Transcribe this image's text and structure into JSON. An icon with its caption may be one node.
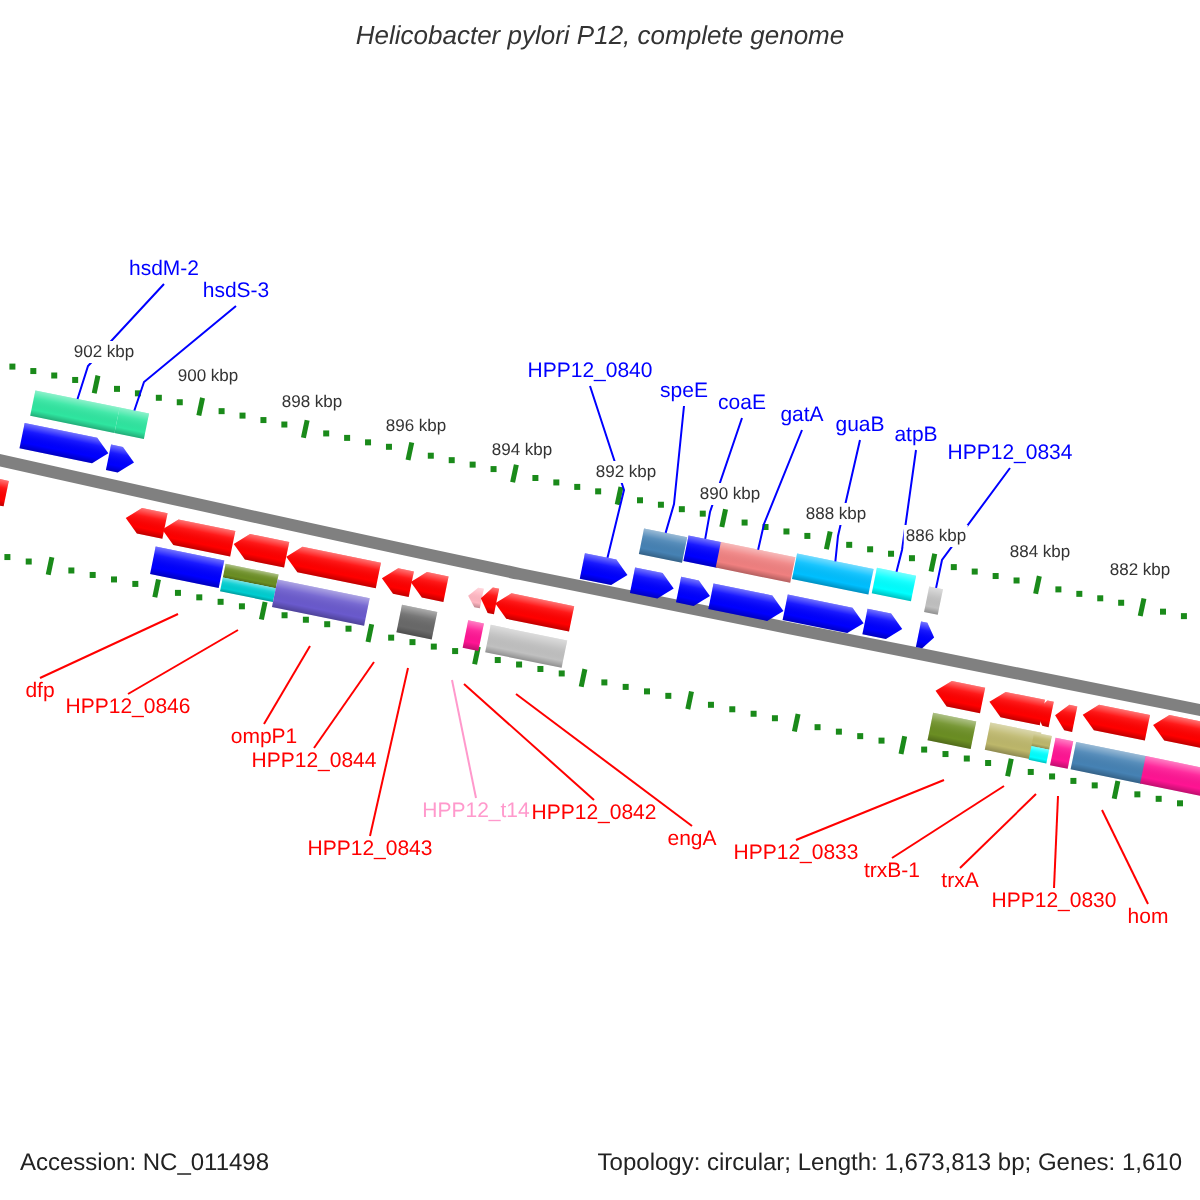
{
  "diagram": {
    "title": "Helicobacter pylori P12, complete genome",
    "nodes": [
      {
        "text": [
          "hsdM-2"
        ]
      },
      {
        "text": [
          "hsdS-3"
        ]
      },
      {
        "text": [
          "HPP12_0840"
        ]
      },
      {
        "text": [
          "speE"
        ]
      },
      {
        "text": [
          "coaE"
        ]
      },
      {
        "text": [
          "gatA"
        ]
      },
      {
        "text": [
          "guaB"
        ]
      },
      {
        "text": [
          "atpB"
        ]
      },
      {
        "text": [
          "HPP12_0834"
        ]
      },
      {
        "text": [
          "dfp"
        ]
      },
      {
        "text": [
          "HPP12_0846"
        ]
      },
      {
        "text": [
          "ompP1"
        ]
      },
      {
        "text": [
          "HPP12_0844"
        ]
      },
      {
        "text": [
          "HPP12_0843"
        ]
      },
      {
        "text": [
          "HPP12_t14"
        ]
      },
      {
        "text": [
          "HPP12_0842"
        ]
      },
      {
        "text": [
          "engA"
        ]
      },
      {
        "text": [
          "HPP12_0833"
        ]
      },
      {
        "text": [
          "trxB-1"
        ]
      },
      {
        "text": [
          "trxA"
        ]
      },
      {
        "text": [
          "HPP12_0830"
        ]
      },
      {
        "text": [
          "hom"
        ]
      },
      {
        "text": [],
        "shape": "arrow"
      },
      {
        "text": [],
        "shape": "arrow"
      },
      {
        "text": [],
        "shape": "box"
      },
      {
        "text": [],
        "shape": "arrow"
      },
      {
        "text": [],
        "shape": "box"
      },
      {
        "text": [],
        "shape": "arrow"
      },
      {
        "text": [],
        "shape": "box"
      },
      {
        "text": [],
        "shape": "arrow"
      },
      {
        "text": [],
        "shape": "box"
      },
      {
        "text": [],
        "shape": "box"
      },
      {
        "text": [],
        "shape": "arrow"
      },
      {
        "text": [],
        "shape": "box"
      },
      {
        "text": [],
        "shape": "arrow"
      },
      {
        "text": [],
        "shape": "arrow"
      },
      {
        "text": [],
        "shape": "box"
      },
      {
        "text": [],
        "shape": "arrow"
      },
      {
        "text": [],
        "shape": "arrow"
      },
      {
        "text": [],
        "shape": "box"
      },
      {
        "text": [],
        "shape": "arrow"
      },
      {
        "text": [],
        "shape": "arrow"
      },
      {
        "text": [],
        "shape": "box"
      },
      {
        "text": [],
        "shape": "arrow"
      },
      {
        "text": [],
        "shape": "arrow"
      },
      {
        "text": [],
        "shape": "box"
      },
      {
        "text": [],
        "shape": "box"
      },
      {
        "text": [],
        "shape": "arrow"
      },
      {
        "text": [],
        "shape": "box"
      },
      {
        "text": [],
        "shape": "arrow"
      },
      {
        "text": [],
        "shape": "box"
      },
      {
        "text": [],
        "shape": "arrow"
      },
      {
        "text": [],
        "shape": "arrow"
      },
      {
        "text": [],
        "shape": "box"
      },
      {
        "text": [],
        "shape": "box"
      },
      {
        "text": [],
        "shape": "arrow"
      },
      {
        "text": [],
        "shape": "arrow"
      },
      {
        "text": [],
        "shape": "box"
      },
      {
        "text": [],
        "shape": "arrow"
      },
      {
        "text": [],
        "shape": "box"
      },
      {
        "text": [],
        "shape": "arrow"
      },
      {
        "text": [],
        "shape": "box"
      },
      {
        "text": [],
        "shape": "box"
      },
      {
        "text": [],
        "shape": "arrow"
      },
      {
        "text": [],
        "shape": "box"
      },
      {
        "text": [],
        "shape": "arrow"
      },
      {
        "text": [],
        "shape": "box"
      },
      {
        "text": [],
        "shape": "box"
      },
      {
        "text": [],
        "shape": "arrow"
      }
    ],
    "edges": [
      {
        "from": 0,
        "to": 24,
        "arrow": "none",
        "color": "#0000ff"
      },
      {
        "from": 1,
        "to": 26,
        "arrow": "none",
        "color": "#0000ff"
      },
      {
        "from": 2,
        "to": 43,
        "arrow": "none",
        "color": "#0000ff"
      },
      {
        "from": 3,
        "to": 45,
        "arrow": "none",
        "color": "#0000ff"
      },
      {
        "from": 4,
        "to": 46,
        "arrow": "none",
        "color": "#0000ff"
      },
      {
        "from": 5,
        "to": 48,
        "arrow": "none",
        "color": "#0000ff"
      },
      {
        "from": 6,
        "to": 50,
        "arrow": "none",
        "color": "#0000ff"
      },
      {
        "from": 7,
        "to": 53,
        "arrow": "none",
        "color": "#0000ff"
      },
      {
        "from": 8,
        "to": 54,
        "arrow": "none",
        "color": "#0000ff"
      },
      {
        "from": 9,
        "to": null,
        "arrow": "none"
      },
      {
        "from": 10,
        "to": null,
        "arrow": "none"
      },
      {
        "from": 11,
        "to": null,
        "arrow": "none"
      },
      {
        "from": 12,
        "to": null,
        "arrow": "none"
      },
      {
        "from": 13,
        "to": null,
        "arrow": "none"
      },
      {
        "from": 14,
        "to": null,
        "arrow": "none",
        "color": "#ff99cc"
      },
      {
        "from": 15,
        "to": null,
        "arrow": "none"
      },
      {
        "from": 16,
        "to": null,
        "arrow": "none"
      },
      {
        "from": 17,
        "to": null,
        "arrow": "none"
      },
      {
        "from": 18,
        "to": null,
        "arrow": "none"
      },
      {
        "from": 19,
        "to": null,
        "arrow": "none"
      },
      {
        "from": 20,
        "to": null,
        "arrow": "none"
      },
      {
        "from": 21,
        "to": null,
        "arrow": "none"
      }
    ],
    "labels": [
      "902 kbp",
      "900 kbp",
      "898 kbp",
      "896 kbp",
      "894 kbp",
      "892 kbp",
      "890 kbp",
      "888 kbp",
      "886 kbp",
      "884 kbp",
      "882 kbp",
      "Accession: NC_011498",
      "Topology: circular; Length: 1,673,813 bp; Genes: 1,610"
    ]
  }
}
